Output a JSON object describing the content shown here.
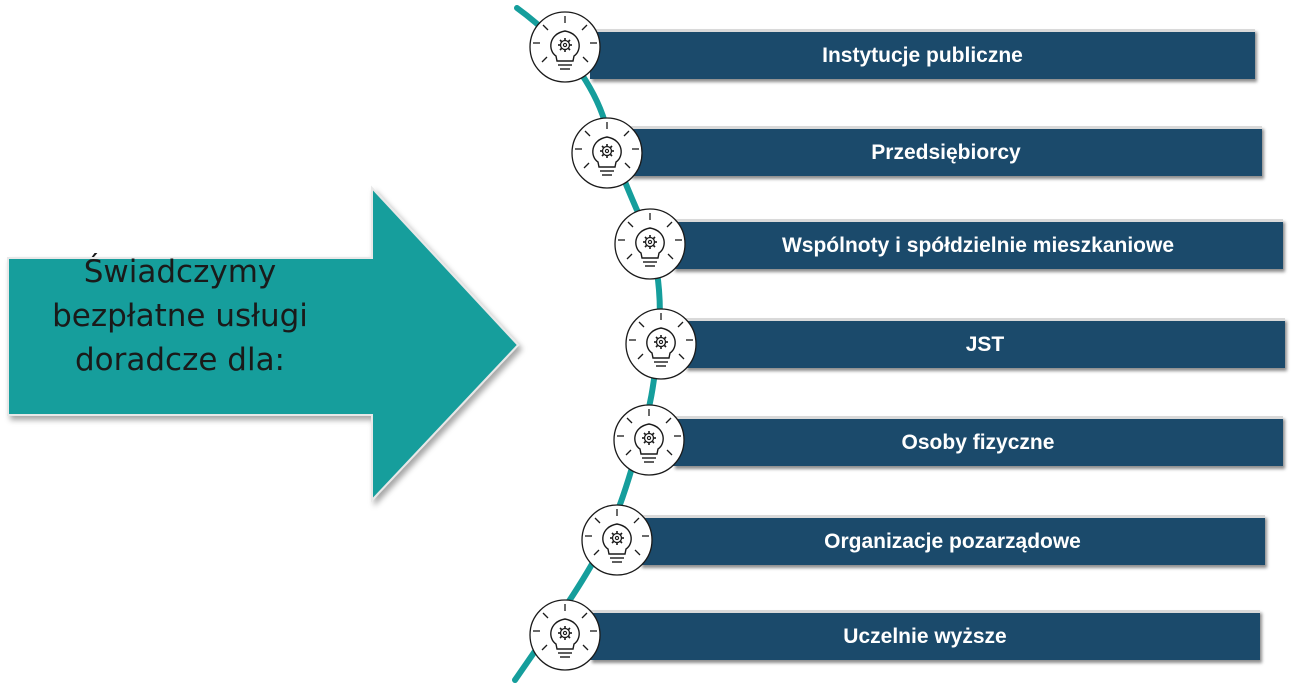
{
  "intro": {
    "lines": [
      "Świadczymy",
      "bezpłatne usługi",
      "doradcze dla:"
    ]
  },
  "items": [
    {
      "label": "Instytucje publiczne",
      "icon": "lightbulb-gear-icon"
    },
    {
      "label": "Przedsiębiorcy",
      "icon": "lightbulb-gear-icon"
    },
    {
      "label": "Wspólnoty i spółdzielnie mieszkaniowe",
      "icon": "lightbulb-gear-icon"
    },
    {
      "label": "JST",
      "icon": "lightbulb-gear-icon"
    },
    {
      "label": "Osoby fizyczne",
      "icon": "lightbulb-gear-icon"
    },
    {
      "label": "Organizacje pozarządowe",
      "icon": "lightbulb-gear-icon"
    },
    {
      "label": "Uczelnie wyższe",
      "icon": "lightbulb-gear-icon"
    }
  ],
  "colors": {
    "arrow": "#159e9c",
    "connector": "#159e9c",
    "bar": "#1b4a6b",
    "bar_text": "#ffffff",
    "icon_stroke": "#1a1a1a"
  }
}
